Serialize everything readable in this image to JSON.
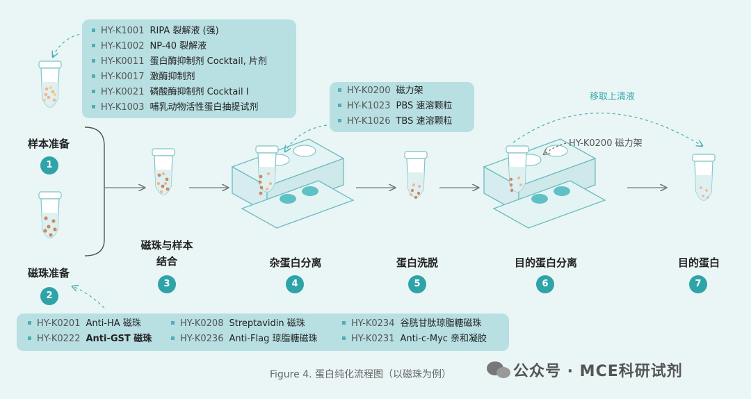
{
  "sample_reagents": [
    {
      "code": "HY-K1001",
      "name": "RIPA 裂解液 (强)"
    },
    {
      "code": "HY-K1002",
      "name": "NP-40 裂解液"
    },
    {
      "code": "HY-K0011",
      "name": "蛋白酶抑制剂 Cocktail, 片剂"
    },
    {
      "code": "HY-K0017",
      "name": "激酶抑制剂"
    },
    {
      "code": "HY-K0021",
      "name": "磷酸酶抑制剂 Cocktail I"
    },
    {
      "code": "HY-K1003",
      "name": "哺乳动物活性蛋白抽提试剂"
    }
  ],
  "rack_reagents": [
    {
      "code": "HY-K0200",
      "name": "磁力架"
    },
    {
      "code": "HY-K1023",
      "name": "PBS 速溶颗粒"
    },
    {
      "code": "HY-K1026",
      "name": "TBS 速溶颗粒"
    }
  ],
  "bead_reagents": [
    {
      "code": "HY-K0201",
      "name": "Anti-HA 磁珠"
    },
    {
      "code": "HY-K0222",
      "name": "Anti-GST 磁珠"
    },
    {
      "code": "HY-K0208",
      "name": "Streptavidin 磁珠"
    },
    {
      "code": "HY-K0236",
      "name": "Anti-Flag 琼脂糖磁珠"
    },
    {
      "code": "HY-K0234",
      "name": "谷胱甘肽琼脂糖磁珠"
    },
    {
      "code": "HY-K0231",
      "name": "Anti-c-Myc 亲和凝胶"
    }
  ],
  "steps": [
    {
      "num": "1",
      "label": "样本准备"
    },
    {
      "num": "2",
      "label": "磁珠准备"
    },
    {
      "num": "3",
      "label_line1": "磁珠与样本",
      "label_line2": "结合"
    },
    {
      "num": "4",
      "label": "杂蛋白分离"
    },
    {
      "num": "5",
      "label": "蛋白洗脱"
    },
    {
      "num": "6",
      "label": "目的蛋白分离"
    },
    {
      "num": "7",
      "label": "目的蛋白"
    }
  ],
  "annotations": {
    "supernatant": "移取上清液",
    "rack": "HY-K0200  磁力架"
  },
  "caption": "Figure 4. 蛋白纯化流程图（以磁珠为例）",
  "watermark": "公众号 · MCE科研试剂",
  "colors": {
    "teal": "#2ea3a8",
    "box": "#b8dfe2",
    "background": "#eaf5f6"
  }
}
